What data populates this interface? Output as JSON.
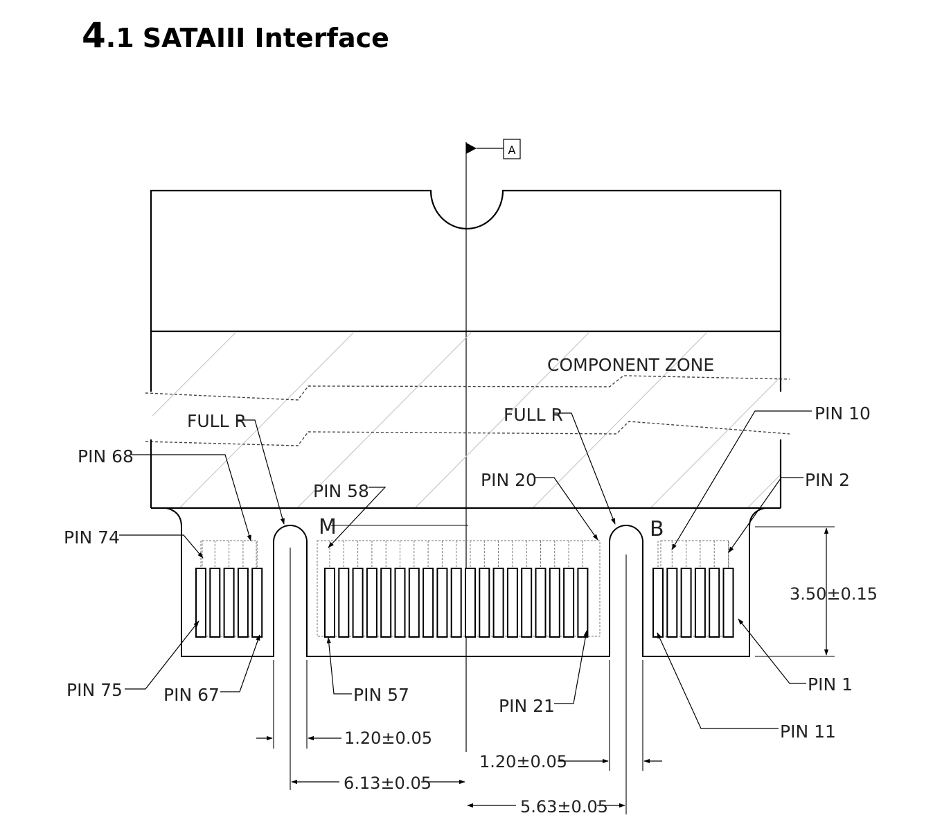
{
  "heading": {
    "major": "4",
    "minor": ".1",
    "title": "SATAIII Interface"
  },
  "diagram": {
    "datum": "A",
    "component_zone": "COMPONENT ZONE",
    "key_m": "M",
    "key_b": "B",
    "full_r_left": "FULL R",
    "full_r_right": "FULL R",
    "pins": {
      "pin68": "PIN 68",
      "pin74": "PIN 74",
      "pin75": "PIN 75",
      "pin67": "PIN 67",
      "pin58": "PIN 58",
      "pin57": "PIN 57",
      "pin20": "PIN 20",
      "pin21": "PIN 21",
      "pin10": "PIN 10",
      "pin2": "PIN 2",
      "pin1": "PIN 1",
      "pin11": "PIN 11"
    },
    "dimensions": {
      "height": "3.50±0.15",
      "slot_m_width": "1.20±0.05",
      "slot_b_width": "1.20±0.05",
      "m_offset": "6.13±0.05",
      "b_offset": "5.63±0.05"
    }
  }
}
